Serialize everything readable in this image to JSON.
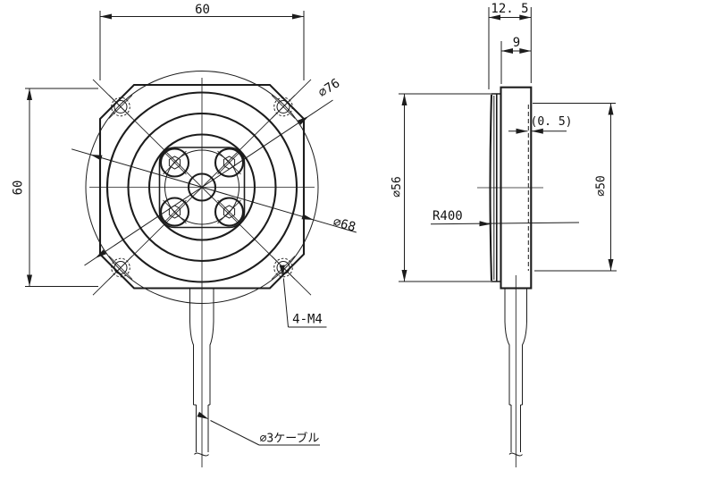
{
  "drawing": {
    "kind": "engineering-2-view-drawing",
    "colors": {
      "background": "#ffffff",
      "line": "#1c1c1c"
    },
    "front_view": {
      "square_width": "60",
      "square_height": "60",
      "flange_dia": "∅76",
      "bolt_circle_dia": "∅68",
      "mounting_holes": "4-M4",
      "cable": "∅3ケーブル"
    },
    "side_view": {
      "overall_thickness": "12. 5",
      "body_thickness": "9",
      "face_offset": "(0. 5)",
      "flange_dia": "∅56",
      "boss_dia": "∅50",
      "spherical_radius": "R400"
    }
  }
}
